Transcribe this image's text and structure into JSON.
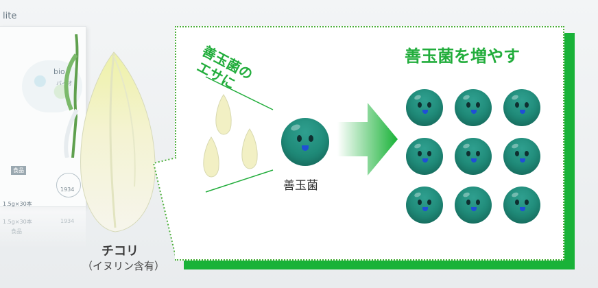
{
  "product": {
    "brand_fragment": "lite",
    "name_fragment": "bio",
    "sub_fragment": "バイオ",
    "badge": "食品",
    "spec": "1.5g×30本",
    "year": "1934",
    "reflect_spec": "1.5g×30本",
    "reflect_year": "1934",
    "reflect_badge": "食品"
  },
  "chicory": {
    "label": "チコリ",
    "sub": "（イヌリン含有）"
  },
  "diagram": {
    "feed_line1": "善玉菌の",
    "feed_line2": "エサに",
    "bacteria_label": "善玉菌",
    "heading": "善玉菌を増やす",
    "bacteria_count": 9
  },
  "colors": {
    "accent_green": "#22ad3c",
    "panel_shadow": "#19b238",
    "bacteria": "#1f8a78"
  },
  "icons": [
    "chicory-icon",
    "bacteria-face-icon",
    "arrow-right-icon"
  ]
}
